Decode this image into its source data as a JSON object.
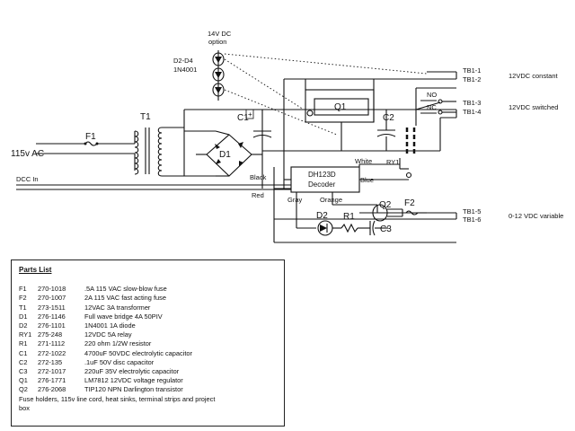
{
  "labels": {
    "blank": "",
    "dc14": "14V DC",
    "option": "option",
    "d2d4": "D2-D4",
    "d2d4_part": "1N4001",
    "t1": "T1",
    "f1": "F1",
    "ac_in": "115v AC",
    "dcc_in": "DCC In",
    "c1": "C1",
    "c1_plus": "+",
    "d1": "D1",
    "q1": "Q1",
    "c2": "C2",
    "no": "NO",
    "nc": "NC",
    "ry1": "RY1",
    "white": "White",
    "black": "Black",
    "red": "Red",
    "blue": "Blue",
    "gray": "Gray",
    "orange": "Orange",
    "decoder_1": "DH123D",
    "decoder_2": "Decoder",
    "d2": "D2",
    "r1": "R1",
    "c3": "C3",
    "q2": "Q2",
    "f2": "F2",
    "tb1_1": "TB1-1",
    "tb1_2": "TB1-2",
    "tb1_3": "TB1-3",
    "tb1_4": "TB1-4",
    "tb1_5": "TB1-5",
    "tb1_6": "TB1-6",
    "out_constant": "12VDC constant",
    "out_switched": "12VDC switched",
    "out_variable": "0-12 VDC variable"
  },
  "parts_list": {
    "title": "Parts List",
    "items": [
      {
        "ref": "F1",
        "part": "270-1018",
        "desc": ".5A 115 VAC slow-blow fuse"
      },
      {
        "ref": "F2",
        "part": "270-1007",
        "desc": "2A 115 VAC fast acting fuse"
      },
      {
        "ref": "T1",
        "part": "273-1511",
        "desc": "12VAC 3A transformer"
      },
      {
        "ref": "D1",
        "part": "276-1146",
        "desc": "Full wave bridge 4A 50PIV"
      },
      {
        "ref": "D2",
        "part": "276-1101",
        "desc": "1N4001 1A diode"
      },
      {
        "ref": "RY1",
        "part": "275-248",
        "desc": "12VDC 5A relay"
      },
      {
        "ref": "R1",
        "part": "271-1112",
        "desc": "220 ohm 1/2W resistor"
      },
      {
        "ref": "C1",
        "part": "272-1022",
        "desc": "4700uF 50VDC electrolytic capacitor"
      },
      {
        "ref": "C2",
        "part": "272-135",
        "desc": ".1uF 50V disc capacitor"
      },
      {
        "ref": "C3",
        "part": "272-1017",
        "desc": "220uF 35V electrolytic capacitor"
      },
      {
        "ref": "Q1",
        "part": "276-1771",
        "desc": "LM7812 12VDC voltage regulator"
      },
      {
        "ref": "Q2",
        "part": "276-2068",
        "desc": "TIP120 NPN Darlington transistor"
      }
    ],
    "footer": "Fuse holders, 115v line cord, heat sinks, terminal strips and  project box"
  }
}
